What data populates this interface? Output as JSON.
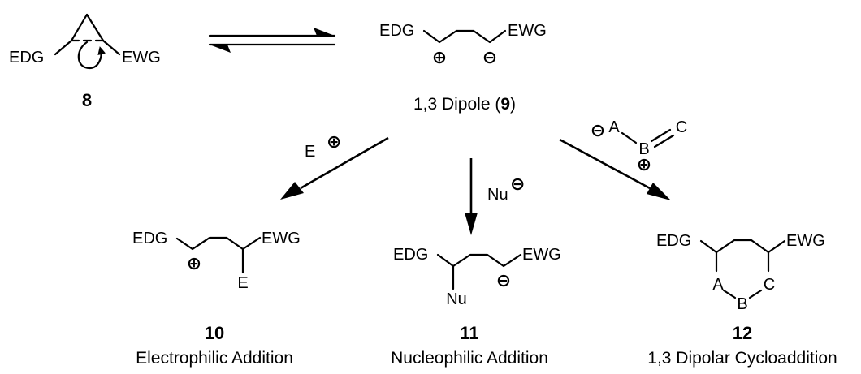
{
  "scheme": {
    "cyclopropane": {
      "edg": "EDG",
      "ewg": "EWG",
      "number": "8"
    },
    "dipole": {
      "edg": "EDG",
      "ewg": "EWG",
      "caption_prefix": "1,3 Dipole (",
      "number": "9",
      "caption_suffix": ")"
    },
    "reagents": {
      "electrophile": "E",
      "nucleophile": "Nu",
      "dipole_a": "A",
      "dipole_b": "B",
      "dipole_c": "C"
    },
    "charges": {
      "plus": "⊕",
      "minus": "⊖"
    },
    "products": [
      {
        "number": "10",
        "caption": "Electrophilic Addition",
        "edg": "EDG",
        "ewg": "EWG",
        "substituent": "E"
      },
      {
        "number": "11",
        "caption": "Nucleophilic Addition",
        "edg": "EDG",
        "ewg": "EWG",
        "substituent": "Nu"
      },
      {
        "number": "12",
        "caption": "1,3 Dipolar Cycloaddition",
        "edg": "EDG",
        "ewg": "EWG",
        "ring_a": "A",
        "ring_b": "B",
        "ring_c": "C"
      }
    ]
  }
}
